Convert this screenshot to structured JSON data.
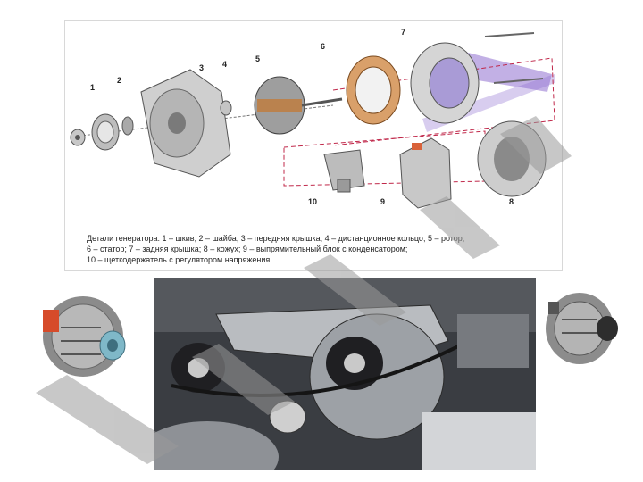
{
  "diagram": {
    "callouts": [
      "1",
      "2",
      "3",
      "4",
      "5",
      "6",
      "7",
      "8",
      "9",
      "10"
    ],
    "caption_lines": [
      "Детали генератора: 1 – шкив; 2 – шайба; 3 – передняя крышка; 4 – дистанционное кольцо; 5 – ротор;",
      "6 – статор; 7 – задняя крышка; 8 – кожух; 9 – выпрямительный блок с конденсатором;",
      "10 – щеткодержатель с регулятором напряжения"
    ]
  },
  "colors": {
    "watermark": "#9a9a9a",
    "accent_purple": "#8f6fd0",
    "dashed_frame": "#c0284a",
    "engine_bg": "#3a3d42"
  }
}
